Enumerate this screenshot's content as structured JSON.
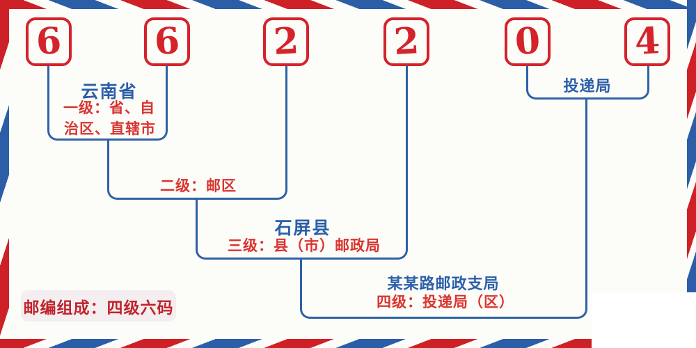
{
  "diagram": {
    "title": "postal-code-structure",
    "postal_code": "662204",
    "digits": [
      "6",
      "6",
      "2",
      "2",
      "0",
      "4"
    ],
    "annotations": {
      "level1": {
        "place": "云南省",
        "label_line1": "一级：省、自",
        "label_line2": "治区、直辖市"
      },
      "level2": {
        "label": "二级：邮区"
      },
      "level3": {
        "place": "石屏县",
        "label": "三级：县（市）邮政局"
      },
      "level4": {
        "place": "某某路邮政支局",
        "label": "四级：投递局（区）"
      },
      "delivery": {
        "label": "投递局"
      }
    },
    "footer": {
      "badge_text": "邮编组成：四级六码"
    },
    "colors": {
      "stripe_red": "#ce2127",
      "stripe_blue": "#2b5ea7",
      "digit_red": "#d4232b",
      "line_blue": "#2e61a6",
      "text_blue": "#2b5fa8",
      "text_red": "#d9342f",
      "badge_red": "#bf242b",
      "badge_background": "#f5eef0"
    }
  }
}
